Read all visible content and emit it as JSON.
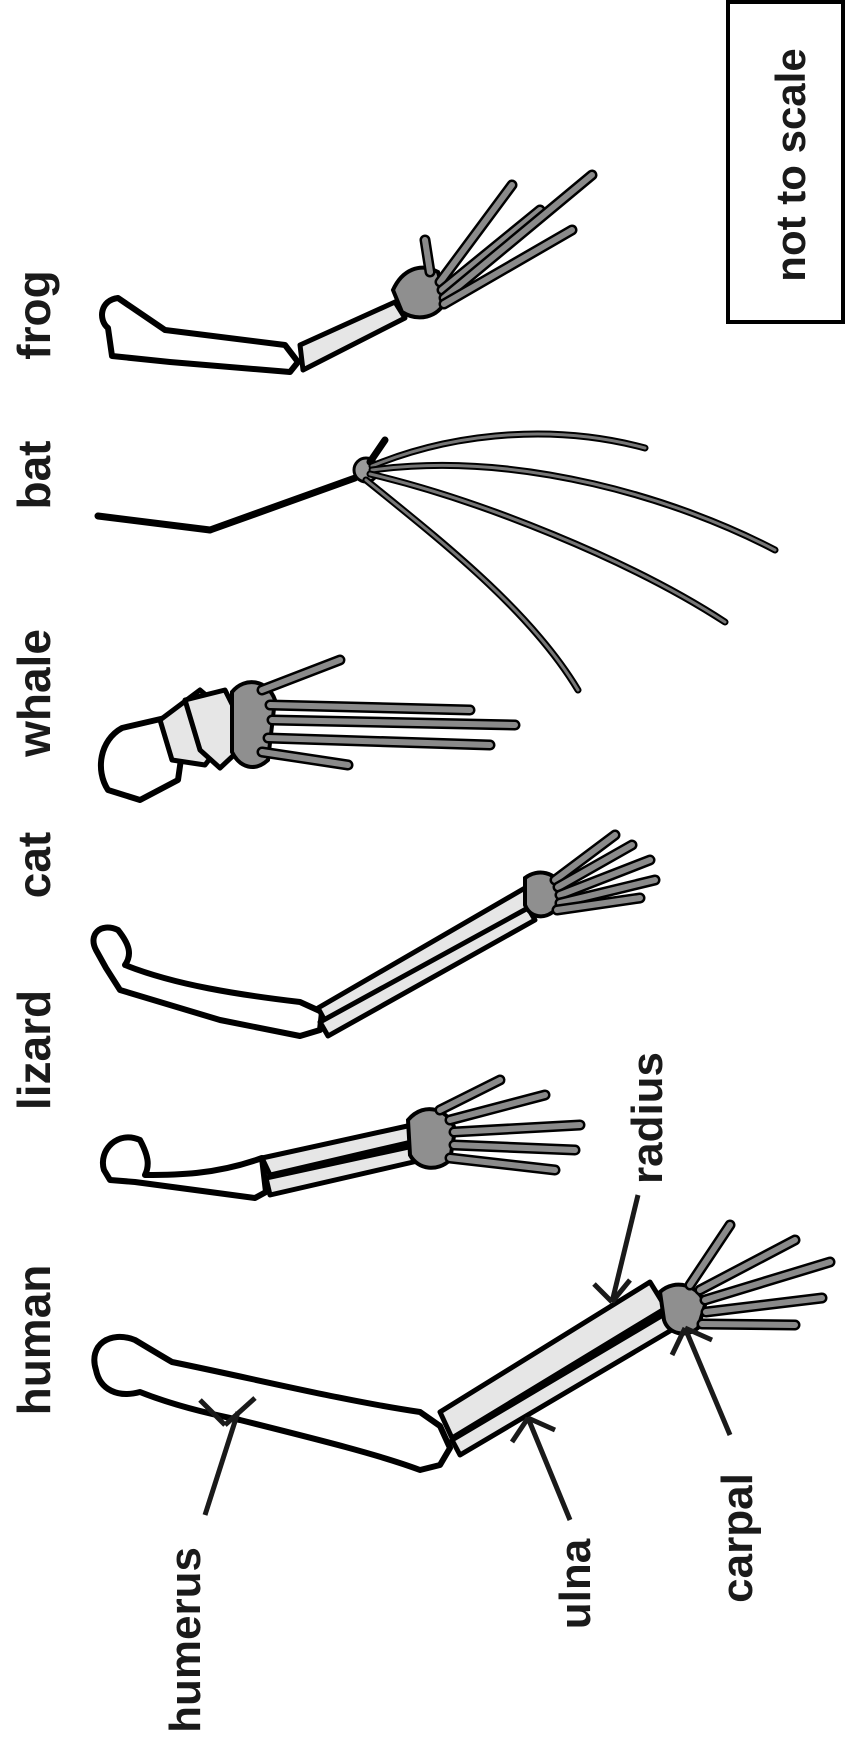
{
  "organisms": [
    "human",
    "lizard",
    "cat",
    "whale",
    "bat",
    "frog"
  ],
  "bone_labels": {
    "humerus": "humerus",
    "ulna": "ulna",
    "radius": "radius",
    "carpal": "carpal"
  },
  "note": "not to scale",
  "colors": {
    "outline": "#000000",
    "bone_fill": "#ffffff",
    "forearm_fill": "#e6e6e6",
    "hand_fill": "#8f8f8f",
    "text": "#1a1a1a"
  }
}
